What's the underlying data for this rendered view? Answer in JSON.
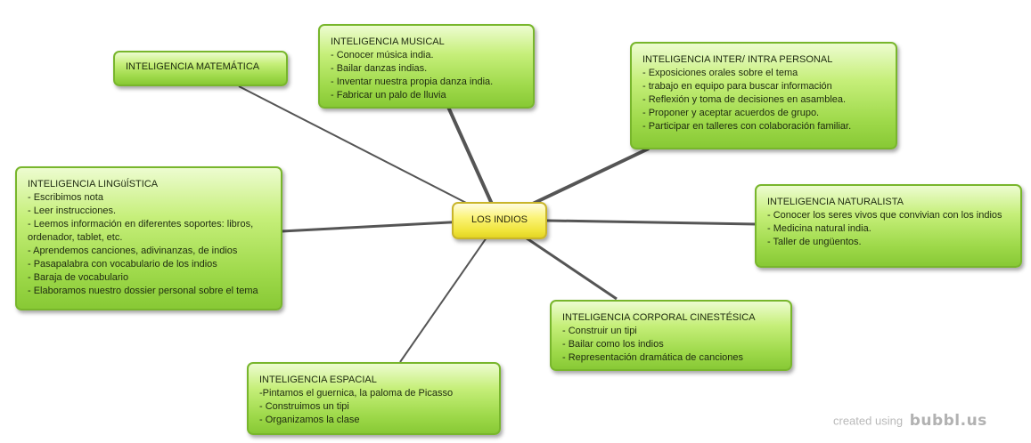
{
  "center": {
    "label": "LOS INDIOS"
  },
  "nodes": {
    "matematica": {
      "title": "INTELIGENCIA MATEMÁTICA",
      "items": []
    },
    "musical": {
      "title": "INTELIGENCIA MUSICAL",
      "items": [
        "- Conocer música india.",
        "- Bailar danzas indias.",
        "- Inventar nuestra propia danza india.",
        "- Fabricar un palo de lluvia"
      ]
    },
    "inter_intra": {
      "title": "INTELIGENCIA INTER/ INTRA PERSONAL",
      "items": [
        "- Exposiciones orales sobre el tema",
        "- trabajo en equipo para buscar información",
        "- Reflexión y toma de decisiones en asamblea.",
        "- Proponer y aceptar acuerdos de grupo.",
        "- Participar en talleres con colaboración familiar."
      ]
    },
    "linguistica": {
      "title": "INTELIGENCIA LINGüÍSTICA",
      "items": [
        "- Escribimos nota",
        "- Leer instrucciones.",
        "- Leemos información en diferentes soportes: libros, ordenador, tablet, etc.",
        "- Aprendemos canciones, adivinanzas, de indios",
        "- Pasapalabra con vocabulario de los indios",
        "- Baraja de vocabulario",
        "- Elaboramos nuestro dossier personal sobre el tema"
      ]
    },
    "naturalista": {
      "title": "INTELIGENCIA NATURALISTA",
      "items": [
        "- Conocer los seres vivos que convivian con los indios",
        "- Medicina natural india.",
        "- Taller de ungüentos."
      ]
    },
    "corporal": {
      "title": "INTELIGENCIA CORPORAL CINESTÉSICA",
      "items": [
        "- Construir un tipi",
        "- Bailar como los indios",
        "- Representación dramática de canciones"
      ]
    },
    "espacial": {
      "title": "INTELIGENCIA ESPACIAL",
      "items": [
        "-Pintamos el guernica, la paloma de Picasso",
        "- Construimos un tipi",
        "- Organizamos la clase"
      ]
    }
  },
  "footer": {
    "prefix": "created using",
    "brand": "bubbl.us"
  }
}
